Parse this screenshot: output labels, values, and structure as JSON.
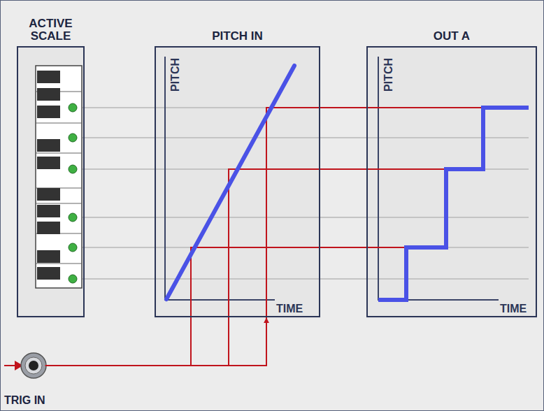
{
  "diagram": {
    "nodes": [
      {
        "text": [
          "ACTIVE SCALE"
        ]
      },
      {
        "text": [
          "PITCH IN"
        ]
      },
      {
        "text": [
          "OUT A"
        ]
      },
      {
        "text": [
          "TRIG IN"
        ]
      }
    ],
    "edges": [
      {
        "from": 3,
        "to": 1,
        "arrow": "to"
      },
      {
        "from": 1,
        "to": 2,
        "arrow": "none"
      }
    ],
    "labels": [
      "PITCH",
      "TIME",
      "PITCH",
      "TIME"
    ]
  }
}
